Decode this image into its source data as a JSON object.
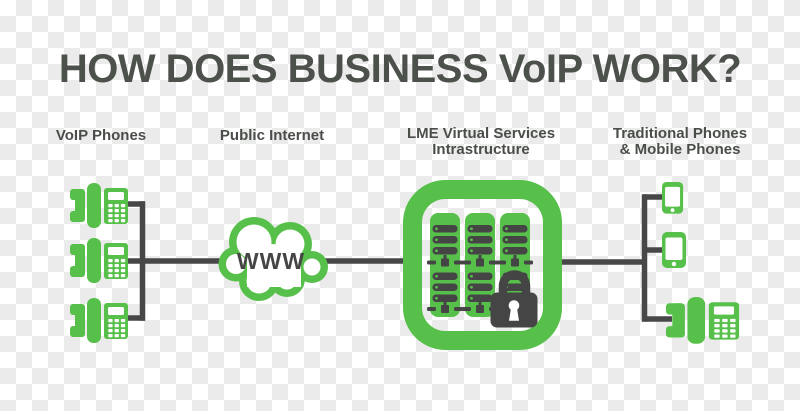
{
  "header": {
    "title": "HOW DOES BUSINESS VoIP WORK?"
  },
  "columns": [
    {
      "id": "voip-phones",
      "label": "VoIP Phones",
      "icons": [
        "desk-phone-icon",
        "desk-phone-icon",
        "desk-phone-icon"
      ]
    },
    {
      "id": "public-internet",
      "label": "Public Internet",
      "cloud_text": "WWW",
      "icons": [
        "cloud-icon"
      ]
    },
    {
      "id": "lme-infrastructure",
      "label_line1": "LME Virtual Services",
      "label_line2": "Intrastructure",
      "icons": [
        "server-rack-icon",
        "server-rack-icon",
        "server-rack-icon",
        "padlock-icon"
      ]
    },
    {
      "id": "traditional-phones",
      "label_line1": "Traditional Phones",
      "label_line2": "& Mobile Phones",
      "icons": [
        "smartphone-icon",
        "smartphone-icon",
        "desk-phone-icon"
      ]
    }
  ],
  "flow": [
    "voip-phones",
    "public-internet",
    "lme-infrastructure",
    "traditional-phones"
  ],
  "colors": {
    "green": "#57C04A",
    "line_dark": "#474747",
    "icon_dark": "#454545",
    "text_dark": "#4D514B",
    "label_dark": "#4A4E48",
    "checker_light": "#FFFFFF",
    "checker_dark": "#EBEBEB"
  }
}
